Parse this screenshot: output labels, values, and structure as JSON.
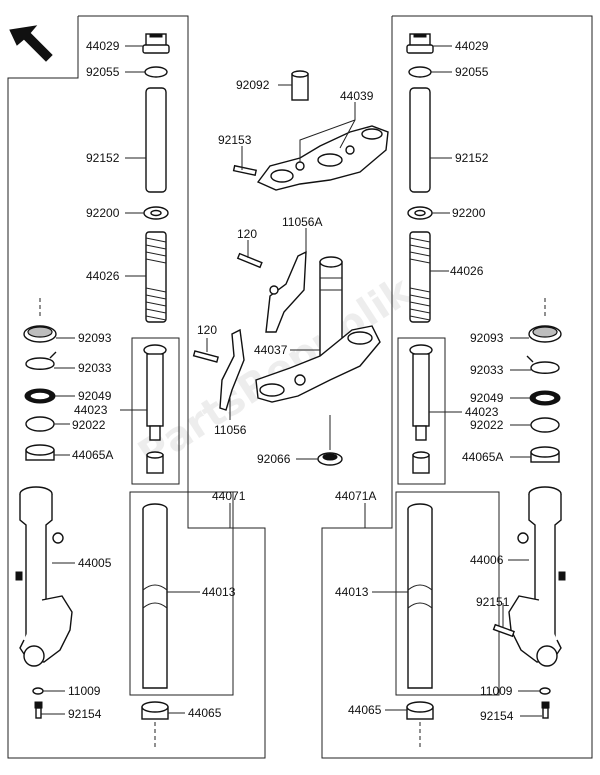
{
  "labels": {
    "p44029_l": "44029",
    "p92055_l": "92055",
    "p92152_l": "92152",
    "p92200_l": "92200",
    "p44026_l": "44026",
    "p92093_l": "92093",
    "p92033_l": "92033",
    "p92049_l": "92049",
    "p44023_l": "44023",
    "p92022_l": "92022",
    "p44065A_l": "44065A",
    "p44071": "44071",
    "p44005": "44005",
    "p44013_l": "44013",
    "p11009_l": "11009",
    "p92154_l": "92154",
    "p44065_l": "44065",
    "p92092": "92092",
    "p44039": "44039",
    "p92153": "92153",
    "p11056A": "11056A",
    "p120_top": "120",
    "p120_left": "120",
    "p44037": "44037",
    "p11056": "11056",
    "p92066": "92066",
    "p44029_r": "44029",
    "p92055_r": "92055",
    "p92152_r": "92152",
    "p92200_r": "92200",
    "p44026_r": "44026",
    "p92093_r": "92093",
    "p92033_r": "92033",
    "p92049_r": "92049",
    "p44023_r": "44023",
    "p92022_r": "92022",
    "p44065A_r": "44065A",
    "p44071A": "44071A",
    "p44006": "44006",
    "p44013_r": "44013",
    "p92151": "92151",
    "p11009_r": "11009",
    "p92154_r": "92154",
    "p44065_r": "44065"
  },
  "watermark": "PartsRepublik",
  "colors": {
    "line": "#111111",
    "background": "#ffffff"
  },
  "icons": {
    "orientation_arrow": "front-direction-arrow-icon"
  }
}
